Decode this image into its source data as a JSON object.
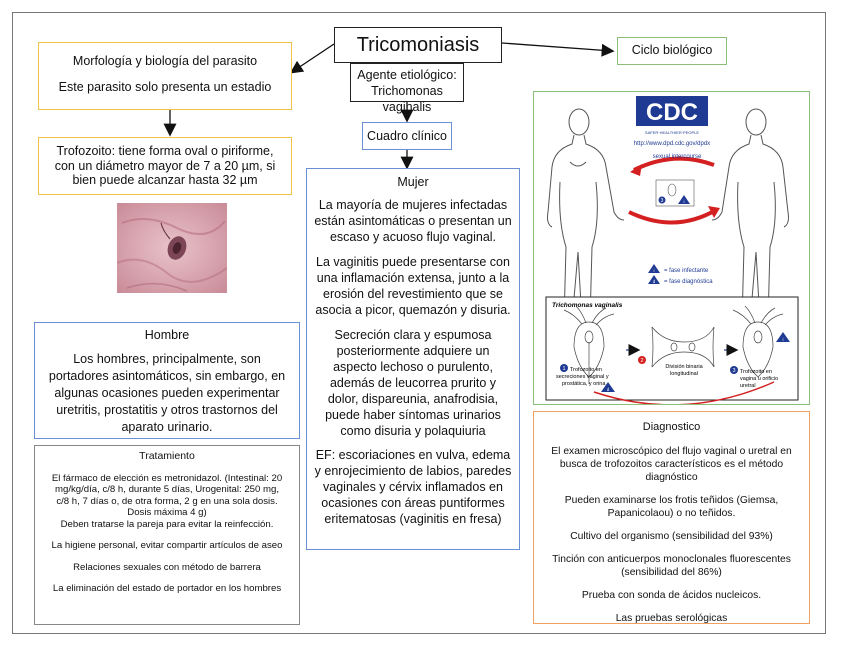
{
  "title": "Tricomoniasis",
  "morfologia": {
    "heading": "Morfología y biología del parasito",
    "text": "Este parasito solo presenta un estadio"
  },
  "trofozoito": [
    "Trofozoito: tiene forma oval o piriforme,",
    "con un diámetro mayor de 7 a 20 µm, si",
    "bien puede alcanzar hasta 32 µm"
  ],
  "agente": [
    "Agente etiológico:",
    "Trichomonas vaginalis"
  ],
  "ciclo": "Ciclo biológico",
  "cuadro": "Cuadro clínico",
  "mujer": {
    "heading": "Mujer",
    "paragraphs": [
      "La mayoría de mujeres infectadas están asintomáticas o presentan un escaso y acuoso flujo vaginal.",
      "La vaginitis puede presentarse con una inflamación extensa, junto a la erosión del revestimiento que se asocia a picor, quemazón y disuria.",
      "Secreción clara y espumosa posteriormente adquiere un aspecto lechoso o purulento, además de leucorrea prurito y dolor, dispareunia, anafrodisia, puede haber síntomas urinarios como disuria y polaquiuria",
      "EF: escoriaciones en vulva, edema y enrojecimiento de labios, paredes vaginales y cérvix inflamados en ocasiones con áreas puntiformes eritematosas (vaginitis en fresa)"
    ]
  },
  "hombre": {
    "heading": "Hombre",
    "text": "Los hombres, principalmente, son portadores asintomáticos, sin embargo, en algunas ocasiones pueden experimentar uretritis, prostatitis y otros trastornos del aparato urinario."
  },
  "tratamiento": {
    "heading": "Tratamiento",
    "lines": [
      "El fármaco de elección es metronidazol. (Intestinal: 20 mg/kg/día, c/8 h, durante 5 días, Urogenital: 250 mg, c/8 h, 7 días o, de otra forma, 2 g en una sola dosis. Dosis máxima 4 g)",
      "Deben tratarse la pareja para evitar la reinfección.",
      "La higiene personal, evitar compartir artículos de aseo",
      "Relaciones sexuales con método de barrera",
      "La eliminación del estado de portador en los hombres"
    ]
  },
  "diagnostico": {
    "heading": "Diagnostico",
    "lines": [
      "El examen microscópico del flujo vaginal o uretral en busca de trofozoitos característicos es el método diagnóstico",
      "Pueden examinarse los frotis teñidos (Giemsa, Papanicolaou) o no teñidos.",
      "Cultivo del organismo (sensibilidad del 93%)",
      "Tinción con anticuerpos monoclonales fluorescentes (sensibilidad del 86%)",
      "Prueba con sonda de ácidos nucleicos.",
      "Las pruebas serológicas"
    ]
  },
  "cdc": {
    "logo": "CDC",
    "tagline": "SAFER·HEALTHIER·PEOPLE",
    "url": "http://www.dpd.cdc.gov/dpdx",
    "sexual": "sexual intercourse",
    "legend_i": "= fase infectante",
    "legend_d": "= fase diagnóstica",
    "panel_title": "Trichomonas vaginalis",
    "step1": [
      "Trofozoito en",
      "secreciones vaginal y",
      "prostática, y orina"
    ],
    "step2": [
      "División binaria",
      "longitudinal"
    ],
    "step3": [
      "Trofozoito en",
      "vagina u orificio",
      "uretral"
    ],
    "n1": "1",
    "n2": "2",
    "n3": "3",
    "marker_i": "i",
    "marker_d": "d"
  },
  "colors": {
    "yellow": "#f2c24a",
    "blue": "#6b8fd6",
    "green": "#8cc07a",
    "orange": "#f0a060",
    "cdc_blue": "#1f3a93",
    "cycle_red": "#d42020"
  }
}
